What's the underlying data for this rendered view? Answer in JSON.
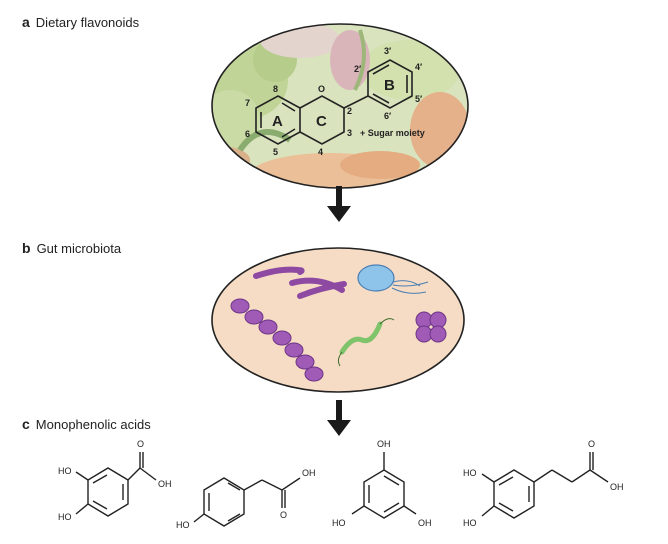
{
  "panels": {
    "a": {
      "letter": "a",
      "title": "Dietary flavonoids"
    },
    "b": {
      "letter": "b",
      "title": "Gut microbiota"
    },
    "c": {
      "letter": "c",
      "title": "Monophenolic acids"
    }
  },
  "flavonoid": {
    "rings": [
      "A",
      "C",
      "B"
    ],
    "positions": [
      "8",
      "7",
      "6",
      "5",
      "4",
      "3",
      "2",
      "O",
      "2′",
      "3′",
      "4′",
      "5′",
      "6′"
    ],
    "sugar_label": "+ Sugar moiety"
  },
  "acids": {
    "substituent_OH": "OH",
    "substituent_HO": "HO",
    "carbonyl_O": "O"
  },
  "colors": {
    "vegetable_bg": "#c9d9a6",
    "gut_bg": "#f6dcc4",
    "microbe_purple": "#8e4aa2",
    "microbe_blue": "#8fc4ea",
    "microbe_green": "#7fc36b",
    "arrow": "#1a1a1a"
  }
}
